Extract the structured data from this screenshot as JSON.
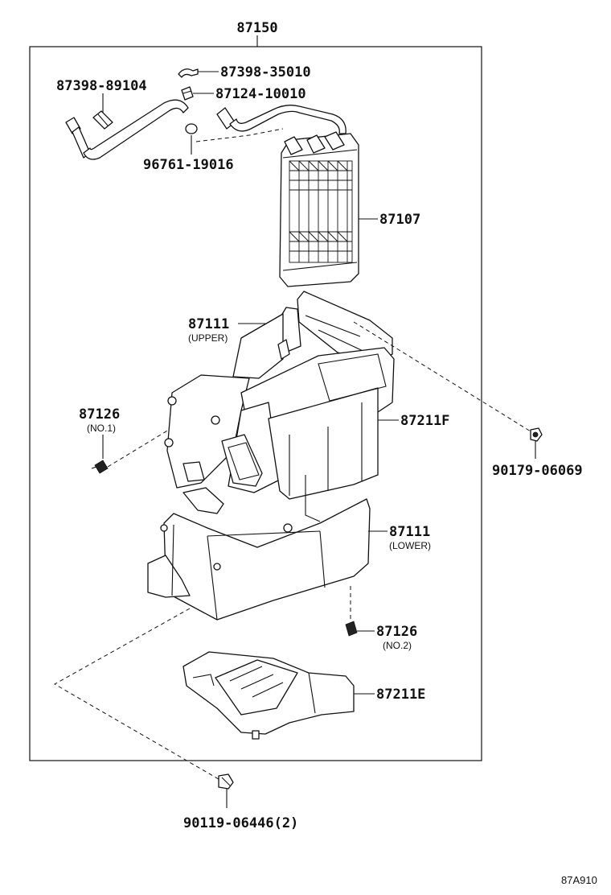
{
  "assembly": {
    "part_no": "87150"
  },
  "callouts": [
    {
      "id": "hose-clip",
      "part_no": "87398-35010"
    },
    {
      "id": "hose-left",
      "part_no": "87398-89104"
    },
    {
      "id": "clamp",
      "part_no": "87124-10010"
    },
    {
      "id": "o-ring",
      "part_no": "96761-19016"
    },
    {
      "id": "heater-core",
      "part_no": "87107"
    },
    {
      "id": "case-upper",
      "part_no": "87111",
      "sub": "(UPPER)"
    },
    {
      "id": "damper-no1",
      "part_no": "87126",
      "sub": "(NO.1)"
    },
    {
      "id": "case-f",
      "part_no": "87211F"
    },
    {
      "id": "nut",
      "part_no": "90179-06069"
    },
    {
      "id": "case-lower",
      "part_no": "87111",
      "sub": "(LOWER)"
    },
    {
      "id": "damper-no2",
      "part_no": "87126",
      "sub": "(NO.2)"
    },
    {
      "id": "case-e",
      "part_no": "87211E"
    },
    {
      "id": "screw",
      "part_no": "90119-06446(2)"
    }
  ],
  "figure_ref": "87A910"
}
